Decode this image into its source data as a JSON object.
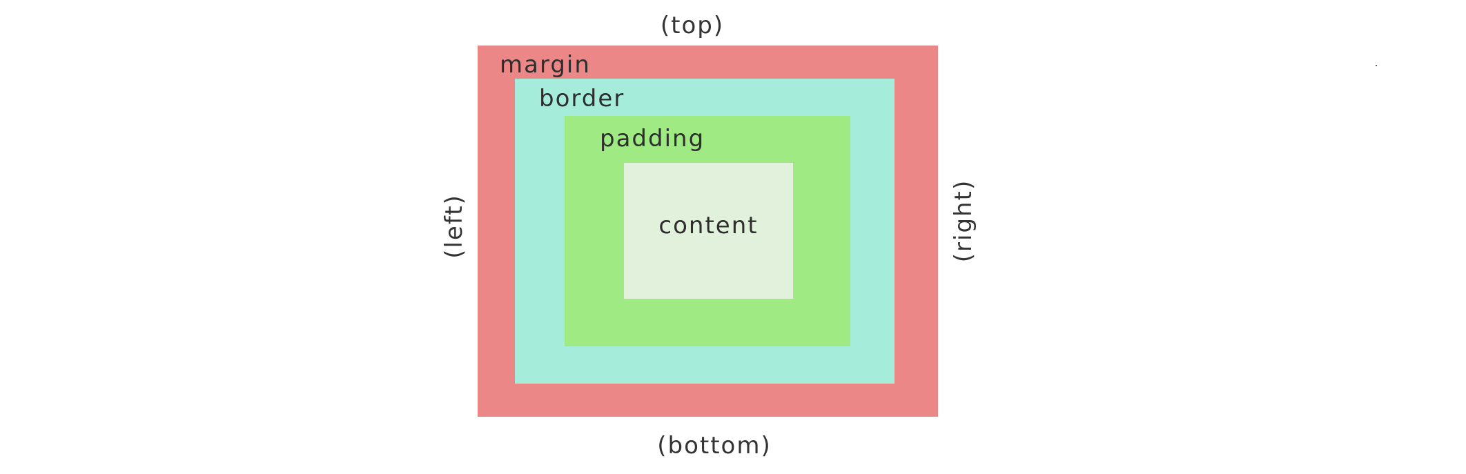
{
  "labels": {
    "top": "(top)",
    "bottom": "(bottom)",
    "left": "(left)",
    "right": "(right)"
  },
  "boxes": {
    "margin": {
      "label": "margin",
      "color": "#eb8786"
    },
    "border": {
      "label": "border",
      "color": "#a5ecdb"
    },
    "padding": {
      "label": "padding",
      "color": "#a0ea84"
    },
    "content": {
      "label": "content",
      "color": "#e2f1dc"
    }
  }
}
